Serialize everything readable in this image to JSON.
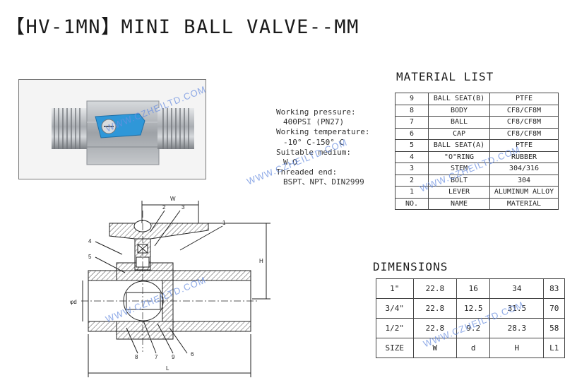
{
  "title": "【HV-1MN】MINI BALL VALVE--MM",
  "specs": [
    {
      "text": "Working pressure:",
      "indent": false
    },
    {
      "text": "400PSI (PN27)",
      "indent": true
    },
    {
      "text": "Working temperature:",
      "indent": false
    },
    {
      "text": "-10° C-150° C",
      "indent": true
    },
    {
      "text": "Suitable medium:",
      "indent": false
    },
    {
      "text": "W.O",
      "indent": true
    },
    {
      "text": "Threaded end:",
      "indent": false
    },
    {
      "text": "BSPT、NPT、DIN2999",
      "indent": true
    }
  ],
  "material_list": {
    "title": "MATERIAL LIST",
    "rows": [
      [
        "9",
        "BALL SEAT(B)",
        "PTFE"
      ],
      [
        "8",
        "BODY",
        "CF8/CF8M"
      ],
      [
        "7",
        "BALL",
        "CF8/CF8M"
      ],
      [
        "6",
        "CAP",
        "CF8/CF8M"
      ],
      [
        "5",
        "BALL SEAT(A)",
        "PTFE"
      ],
      [
        "4",
        "\"O\"RING",
        "RUBBER"
      ],
      [
        "3",
        "STEM",
        "304/316"
      ],
      [
        "2",
        "BOLT",
        "304"
      ],
      [
        "1",
        "LEVER",
        "ALUMINUM ALLOY"
      ],
      [
        "NO.",
        "NAME",
        "MATERIAL"
      ]
    ]
  },
  "dimensions": {
    "title": "DIMENSIONS",
    "rows": [
      [
        "1\"",
        "22.8",
        "16",
        "34",
        "83"
      ],
      [
        "3/4\"",
        "22.8",
        "12.5",
        "31.5",
        "70"
      ],
      [
        "1/2\"",
        "22.8",
        "9.2",
        "28.3",
        "58"
      ],
      [
        "SIZE",
        "W",
        "d",
        "H",
        "L1"
      ]
    ]
  },
  "drawing": {
    "labels": {
      "w": "W",
      "h": "H",
      "l": "L",
      "d": "φd",
      "p1": "1",
      "p2": "2",
      "p3": "3",
      "p4": "4",
      "p5": "5",
      "p6": "6",
      "p7": "7",
      "p8": "8",
      "p9": "9"
    }
  },
  "watermarks": [
    "WWW.CZHEILTD.COM",
    "WWW.CZHEILTD.COM",
    "WWW.CZHEILTD.COM",
    "WWW.CZHEILTD.COM",
    "WWW.CZHEILTD.COM"
  ],
  "colors": {
    "lever_blue": "#2f97d8",
    "watermark": "#6b8fe0",
    "steel": "#b9bcc0"
  }
}
